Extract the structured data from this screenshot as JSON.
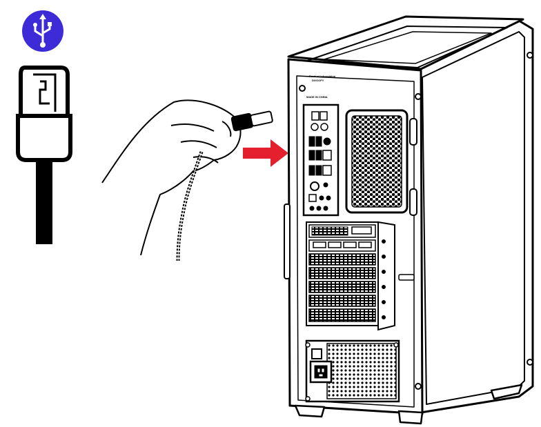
{
  "icon": {
    "name": "usb-icon",
    "color": "#3d2bd8"
  },
  "arrow": {
    "name": "insert-arrow",
    "color": "#e4202e"
  },
  "case_labels": {
    "model_line_1": "Product Information",
    "model_line_2": "DGOOFY",
    "made_in": "MADE IN CHINA"
  }
}
